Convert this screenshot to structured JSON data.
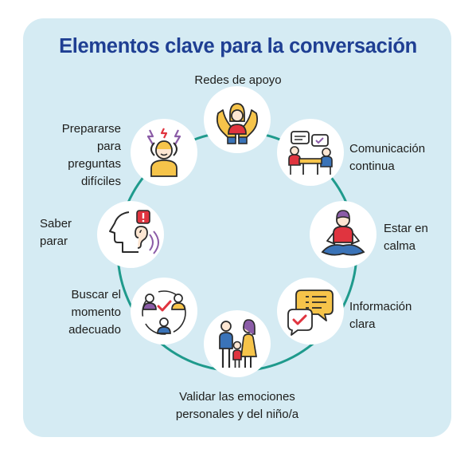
{
  "title": "Elementos clave para la conversación",
  "colors": {
    "background": "#d5ebf3",
    "title": "#1f3f93",
    "ring": "#1f9a8c",
    "accent_red": "#e0343f",
    "accent_yellow": "#f6c44a",
    "accent_purple": "#8b5ca7",
    "accent_blue": "#3a73b8"
  },
  "elements": [
    {
      "icon": "hands-holding-person-icon",
      "lines": [
        "Redes de apoyo"
      ]
    },
    {
      "icon": "conversation-at-table-icon",
      "lines": [
        "Comunicación",
        "continua"
      ]
    },
    {
      "icon": "meditating-person-icon",
      "lines": [
        "Estar en",
        "calma"
      ]
    },
    {
      "icon": "chat-bubbles-checklist-icon",
      "lines": [
        "Información",
        "clara"
      ]
    },
    {
      "icon": "family-icon",
      "lines": [
        "Validar las emociones",
        "personales y del niño/a"
      ]
    },
    {
      "icon": "people-group-check-icon",
      "lines": [
        "Buscar el",
        "momento",
        "adecuado"
      ]
    },
    {
      "icon": "listening-head-alert-icon",
      "lines": [
        "Saber",
        "parar"
      ]
    },
    {
      "icon": "stressed-person-icon",
      "lines": [
        "Prepararse",
        "para",
        "preguntas",
        "difíciles"
      ]
    }
  ]
}
